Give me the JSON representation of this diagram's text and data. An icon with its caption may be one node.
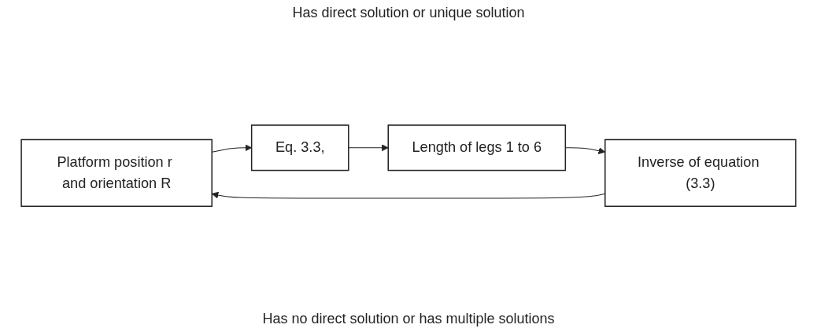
{
  "diagram": {
    "nodes": [
      {
        "text": [
          "Platform position r and orientation R"
        ]
      },
      {
        "text": [
          "Eq. 3.3,"
        ]
      },
      {
        "text": [
          "Length of legs 1 to 6"
        ]
      },
      {
        "text": [
          "Inverse of equation (3.3)"
        ]
      }
    ],
    "edges": [
      {
        "from": 0,
        "to": 1,
        "arrow": "to"
      },
      {
        "from": 1,
        "to": 2,
        "arrow": "to"
      },
      {
        "from": 2,
        "to": 3,
        "arrow": "to"
      },
      {
        "from": 3,
        "to": 0,
        "arrow": "to"
      }
    ],
    "labels": [
      "Has direct solution or unique solution",
      "Has no direct solution or has multiple solutions"
    ]
  }
}
